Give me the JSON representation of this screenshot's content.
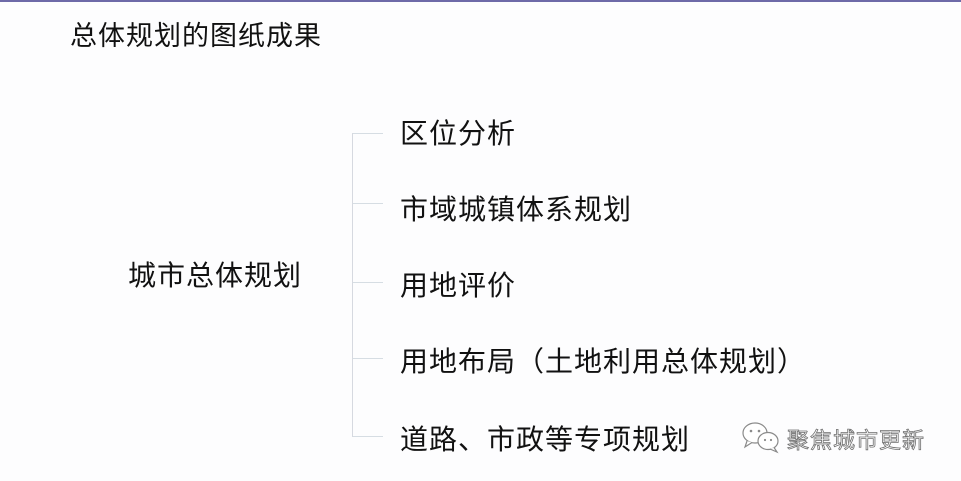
{
  "slide": {
    "title": "总体规划的图纸成果",
    "accent_line_color": "#6e6aa8"
  },
  "tree": {
    "root": "城市总体规划",
    "children": [
      {
        "label": "区位分析"
      },
      {
        "label": "市域城镇体系规划"
      },
      {
        "label": "用地评价"
      },
      {
        "label": "用地布局（土地利用总体规划）"
      },
      {
        "label": "道路、市政等专项规划"
      }
    ]
  },
  "watermark": {
    "icon": "wechat-icon",
    "text": "聚焦城市更新"
  }
}
